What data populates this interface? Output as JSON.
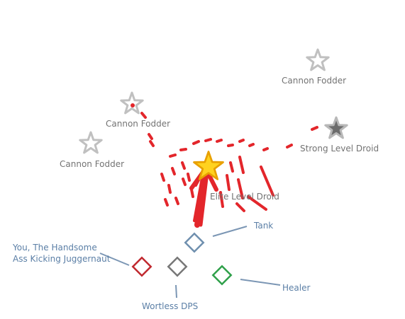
{
  "labels": {
    "cannon_top_right": "Cannon Fodder",
    "cannon_middle": "Cannon Fodder",
    "cannon_left": "Cannon Fodder",
    "strong_droid": "Strong Level Droid",
    "elite_droid": "Elite Level Droid",
    "tank": "Tank",
    "player_line1": "You, The Handsome",
    "player_line2": "Ass Kicking Juggernaut",
    "healer": "Healer",
    "dps": "Wortless DPS"
  },
  "colors": {
    "outline_star": "#c0c0c0",
    "strong_star_fill": "#6d6d6d",
    "elite_star_fill": "#ffd21f",
    "elite_star_stroke": "#e8a000",
    "red_scribble": "#e3262b",
    "leader_line": "#7b96b4",
    "tank_diamond": "#6f8fae",
    "player_diamond": "#c0282e",
    "dps_diamond": "#777777",
    "healer_diamond": "#2fa04a",
    "enemy_text": "#737373",
    "party_text": "#5b7fa6"
  },
  "icons": {
    "outline_star": "star-outline-icon",
    "strong_star": "star-filled-icon",
    "elite_star": "star-filled-icon",
    "party_marker": "diamond-icon"
  }
}
